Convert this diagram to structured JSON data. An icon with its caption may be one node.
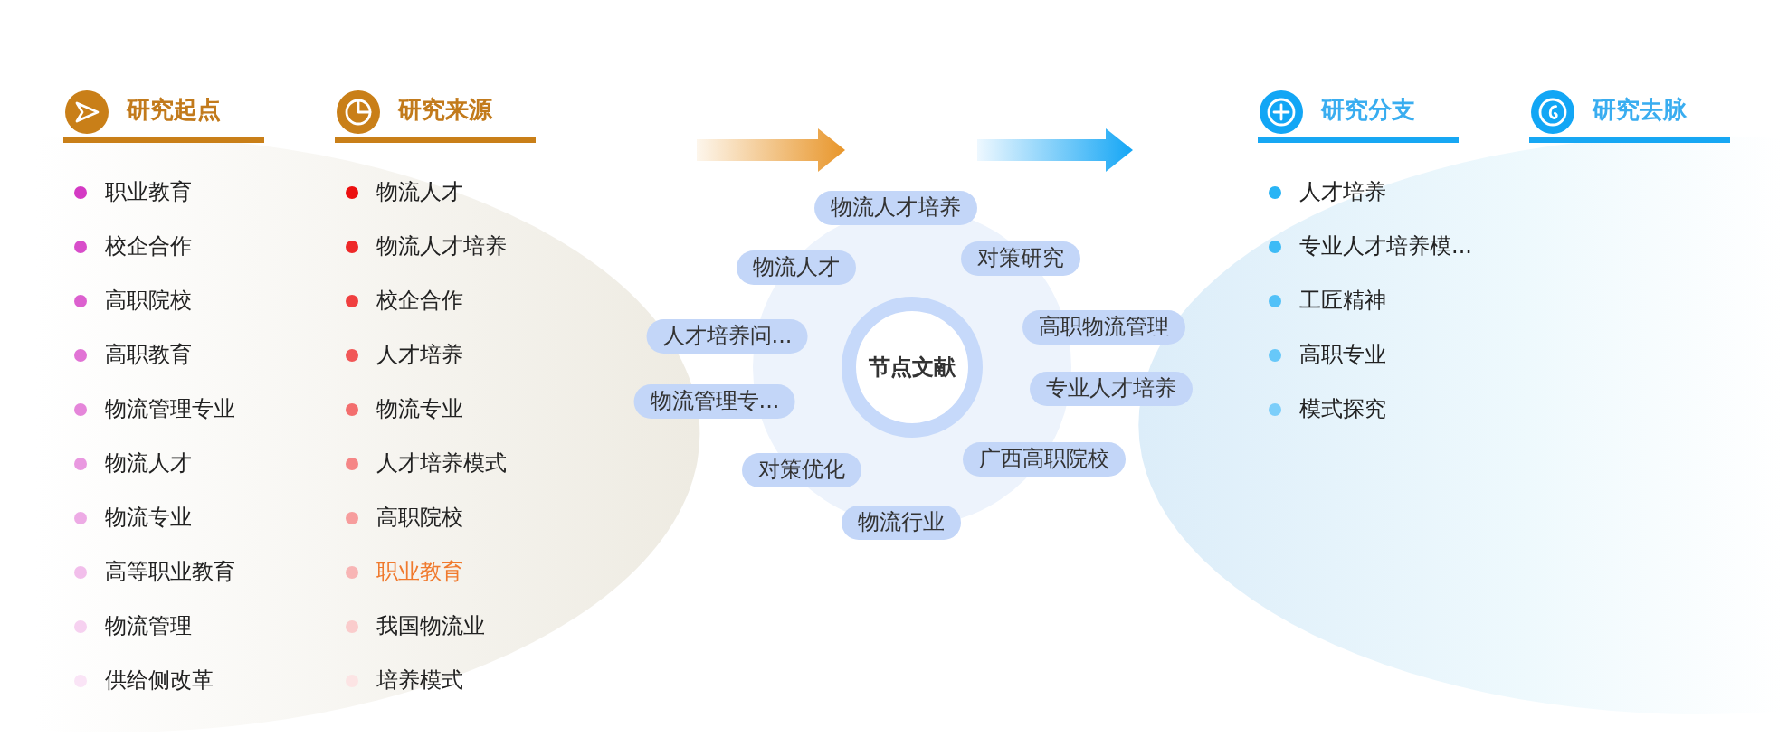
{
  "diagram": {
    "nodes": [
      {
        "text": [
          "节点文献"
        ]
      },
      {
        "text": [
          "物流人才培养"
        ]
      },
      {
        "text": [
          "对策研究"
        ]
      },
      {
        "text": [
          "物流人才"
        ]
      },
      {
        "text": [
          "高职物流管理"
        ]
      },
      {
        "text": [
          "人才培养问..."
        ]
      },
      {
        "text": [
          "专业人才培养"
        ]
      },
      {
        "text": [
          "物流管理专..."
        ]
      },
      {
        "text": [
          "广西高职院校"
        ]
      },
      {
        "text": [
          "对策优化"
        ]
      },
      {
        "text": [
          "物流行业"
        ]
      }
    ],
    "labels": [
      "研究起点",
      "职业教育",
      "校企合作",
      "高职院校",
      "高职教育",
      "物流管理专业",
      "物流人才",
      "物流专业",
      "高等职业教育",
      "物流管理",
      "供给侧改革",
      "研究来源",
      "物流人才",
      "物流人才培养",
      "校企合作",
      "人才培养",
      "物流专业",
      "人才培养模式",
      "高职院校",
      "职业教育",
      "我国物流业",
      "培养模式",
      "研究分支",
      "人才培养",
      "专业人才培养模...",
      "工匠精神",
      "高职专业",
      "模式探究",
      "研究去脉"
    ]
  }
}
